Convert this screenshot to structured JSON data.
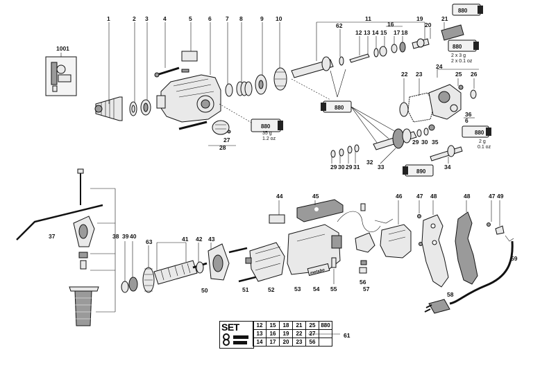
{
  "labels": {
    "l1": "1",
    "l2": "2",
    "l3": "3",
    "l4": "4",
    "l5": "5",
    "l6": "6",
    "l7": "7",
    "l8": "8",
    "l9": "9",
    "l10": "10",
    "l11": "11",
    "l12": "12",
    "l13": "13",
    "l14": "14",
    "l15": "15",
    "l16": "16",
    "l17": "17",
    "l18": "18",
    "l19": "19",
    "l20": "20",
    "l21": "21",
    "l22": "22",
    "l23": "23",
    "l24": "24",
    "l25": "25",
    "l26": "26",
    "l27": "27",
    "l28": "28",
    "l29a": "29",
    "l29b": "29",
    "l29c": "29",
    "l30a": "30",
    "l30b": "30",
    "l31": "31",
    "l32": "32",
    "l33": "33",
    "l34": "34",
    "l35": "35",
    "l36": "36",
    "l6b": "6",
    "l37": "37",
    "l38": "38",
    "l39": "39",
    "l40": "40",
    "l41": "41",
    "l42": "42",
    "l43": "43",
    "l44": "44",
    "l45": "45",
    "l46": "46",
    "l47a": "47",
    "l47b": "47",
    "l48a": "48",
    "l48b": "48",
    "l49": "49",
    "l50": "50",
    "l51": "51",
    "l52": "52",
    "l53": "53",
    "l54": "54",
    "l55": "55",
    "l56": "56",
    "l57": "57",
    "l58": "58",
    "l59": "59",
    "l61": "61",
    "l62": "62",
    "l63": "63",
    "l1001": "1001"
  },
  "tubes": {
    "t1": "880",
    "t2": "880",
    "t3": "880",
    "t4": "880",
    "t5": "880",
    "t6": "890",
    "t7": "880"
  },
  "quantities": {
    "top_right_g": "2 x 3 g",
    "top_right_oz": "2 x 0.1 oz",
    "mid_g": "35 g",
    "mid_oz": "1.2 oz",
    "right_g": "2 g",
    "right_oz": "0.1 oz"
  },
  "brand": "metabo",
  "set": {
    "word": "SET",
    "ref": "61",
    "rows": [
      [
        "12",
        "15",
        "18",
        "21",
        "25",
        "880"
      ],
      [
        "13",
        "16",
        "19",
        "22",
        "27",
        ""
      ],
      [
        "14",
        "17",
        "20",
        "23",
        "56",
        ""
      ]
    ]
  }
}
